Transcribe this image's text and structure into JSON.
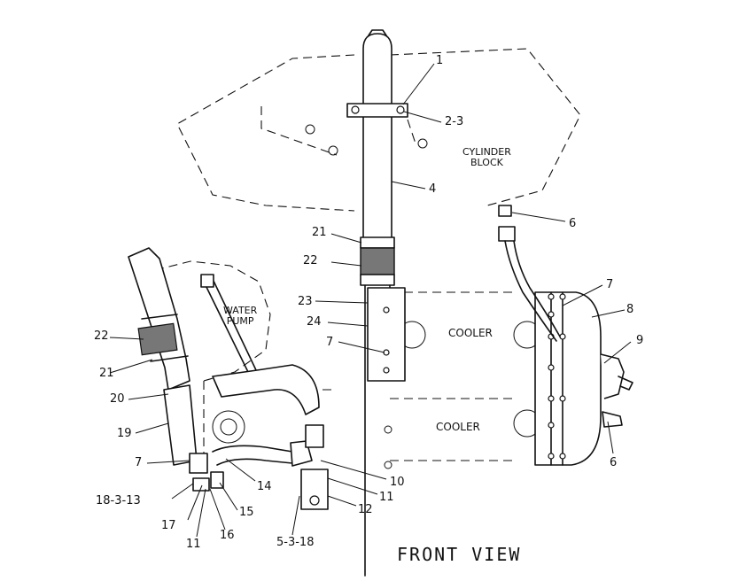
{
  "diagram": {
    "view_title": "FRONT VIEW",
    "areas": {
      "cylinder_block": [
        "CYLINDER",
        "BLOCK"
      ],
      "water_pump": [
        "WATER",
        "PUMP"
      ],
      "cooler_upper": "COOLER",
      "cooler_lower": "COOLER"
    },
    "callouts": {
      "c1": "1",
      "c2_3": "2-3",
      "c4": "4",
      "c6_top": "6",
      "c21_top": "21",
      "c22_top": "22",
      "c7_right": "7",
      "c8": "8",
      "c23": "23",
      "c24": "24",
      "c7_mid": "7",
      "c9": "9",
      "c22_left": "22",
      "c21_left": "21",
      "c20": "20",
      "c19": "19",
      "c6_bottom": "6",
      "c7_left": "7",
      "c10": "10",
      "c14": "14",
      "c11_right": "11",
      "c18_3_13": "18-3-13",
      "c15": "15",
      "c12": "12",
      "c17": "17",
      "c16": "16",
      "c11_left": "11",
      "c5_3_18": "5-3-18"
    }
  }
}
